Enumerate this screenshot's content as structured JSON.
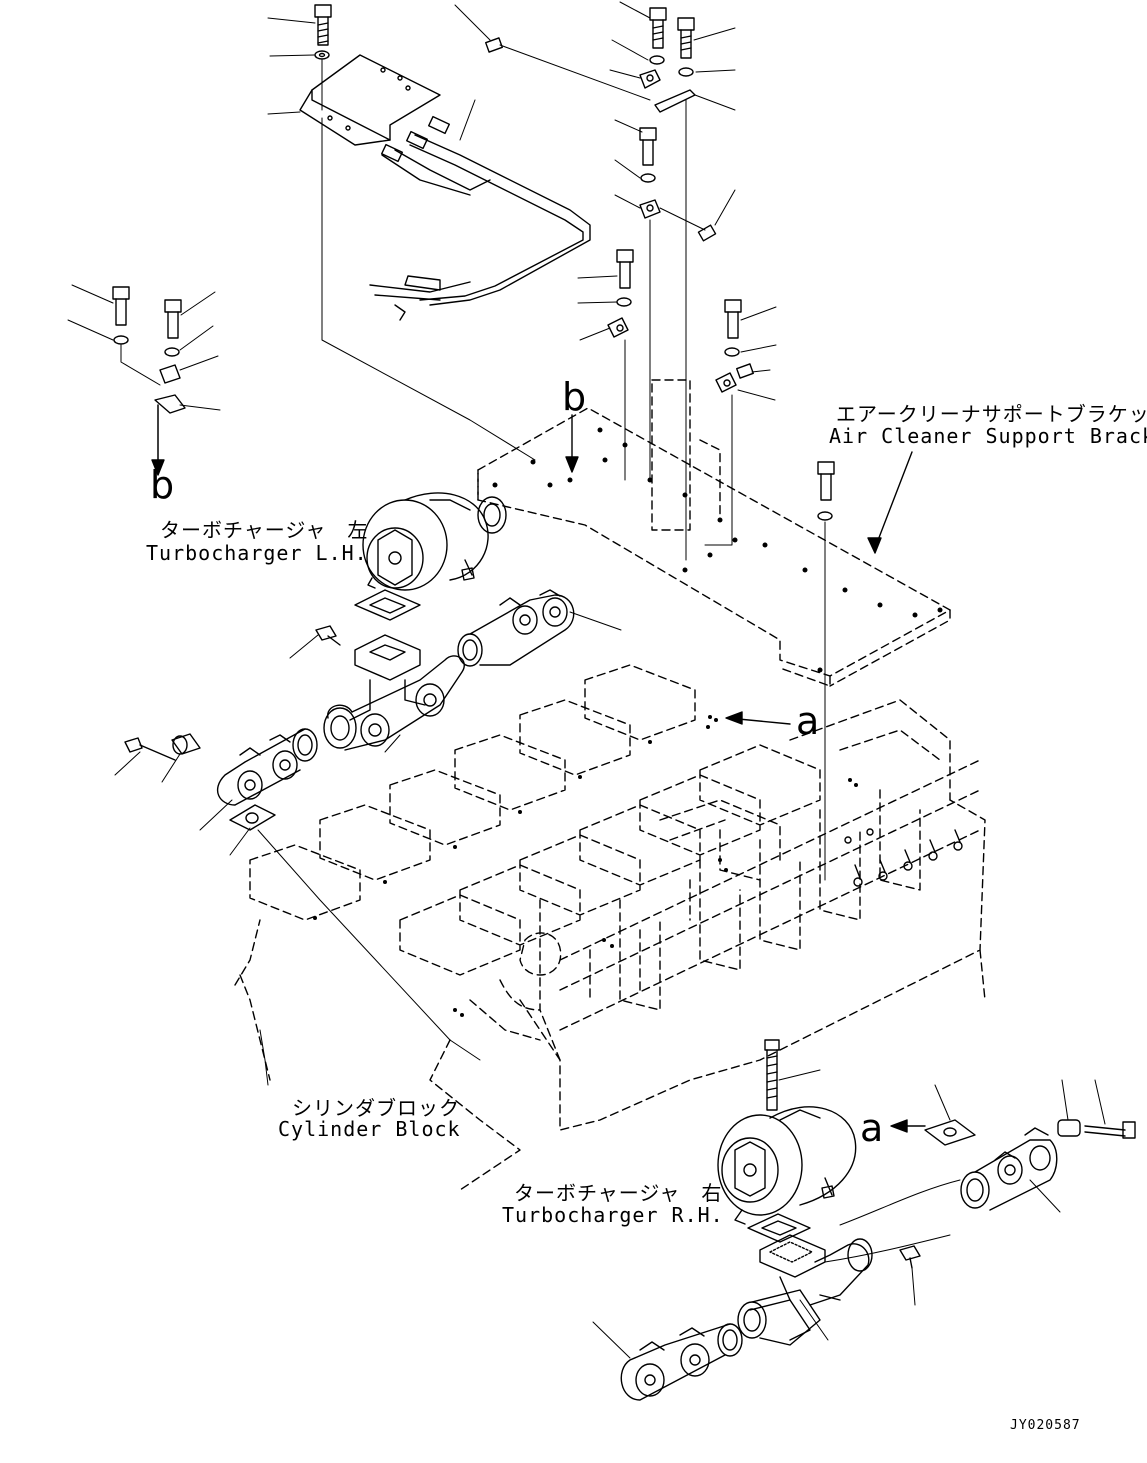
{
  "labels": {
    "air_cleaner_jp": "エアークリーナサポートブラケット",
    "air_cleaner_en": "Air Cleaner Support Brack",
    "turbo_lh_jp": "ターボチャージャ　左",
    "turbo_lh_en": "Turbocharger L.H.",
    "turbo_rh_jp": "ターボチャージャ　右",
    "turbo_rh_en": "Turbocharger R.H.",
    "cylinder_block_jp": "シリンダブロック",
    "cylinder_block_en": "Cylinder Block"
  },
  "view_markers": {
    "b_top": "b",
    "b_left": "b",
    "a_right": "a",
    "a_bottom": "a"
  },
  "drawing_code": "JY020587"
}
